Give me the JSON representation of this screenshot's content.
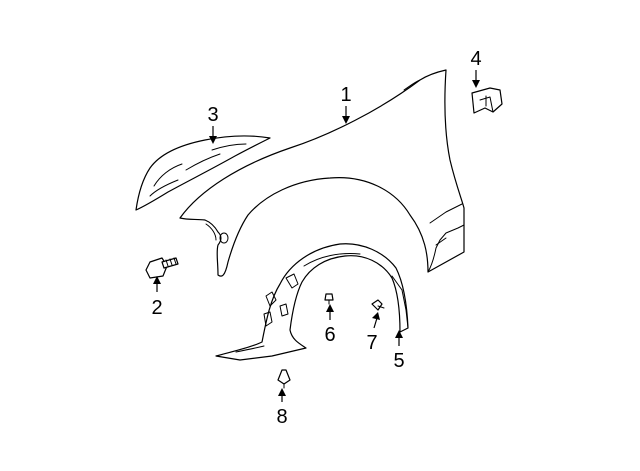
{
  "callouts": {
    "c1": "1",
    "c2": "2",
    "c3": "3",
    "c4": "4",
    "c5": "5",
    "c6": "6",
    "c7": "7",
    "c8": "8"
  },
  "colors": {
    "line": "#000000",
    "fill": "#ffffff",
    "background": "#ffffff"
  }
}
